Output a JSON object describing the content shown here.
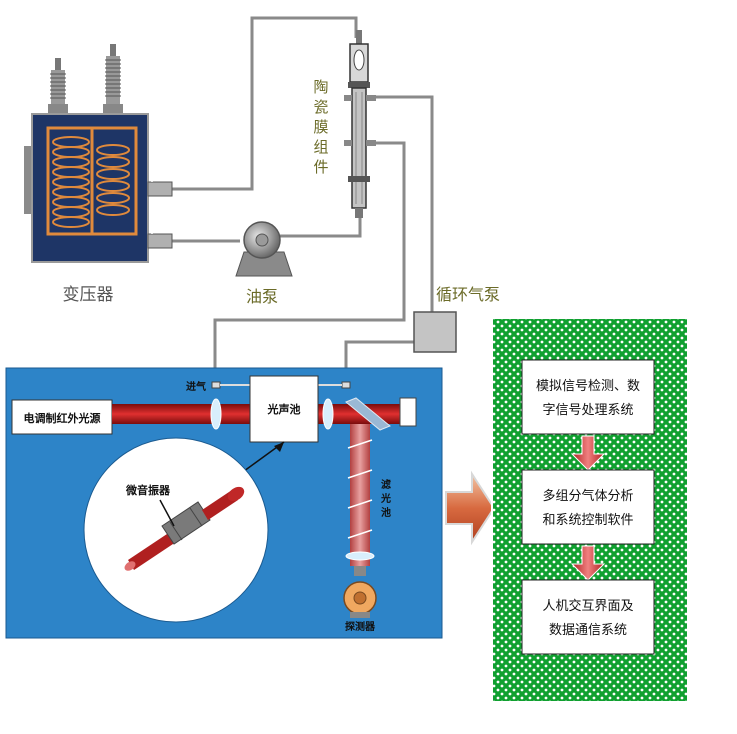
{
  "labels": {
    "transformer": "变压器",
    "oil_pump": "油泵",
    "ceramic_membrane_chars": [
      "陶",
      "瓷",
      "膜",
      "组",
      "件"
    ],
    "circulation_pump": "循环气泵",
    "inlet": "进气",
    "ir_source": "电调制红外光源",
    "photoacoustic_cell": "光声池",
    "microphone": "微音振器",
    "filter_chars": [
      "滤",
      "光",
      "池"
    ],
    "detector": "探测器"
  },
  "system_boxes": {
    "box1": [
      "模拟信号检测、数",
      "字信号处理系统"
    ],
    "box2": [
      "多组分气体分析",
      "和系统控制软件"
    ],
    "box3": [
      "人机交互界面及",
      "数据通信系统"
    ]
  },
  "colors": {
    "panel_blue": "#2d84c8",
    "transformer_body": "#1e3566",
    "coil_orange": "#e08a3c",
    "beam_red": "#c21a1a",
    "green_panel": "#10a030",
    "label_olive": "#6b6b28",
    "pipe_gray": "#888888"
  }
}
